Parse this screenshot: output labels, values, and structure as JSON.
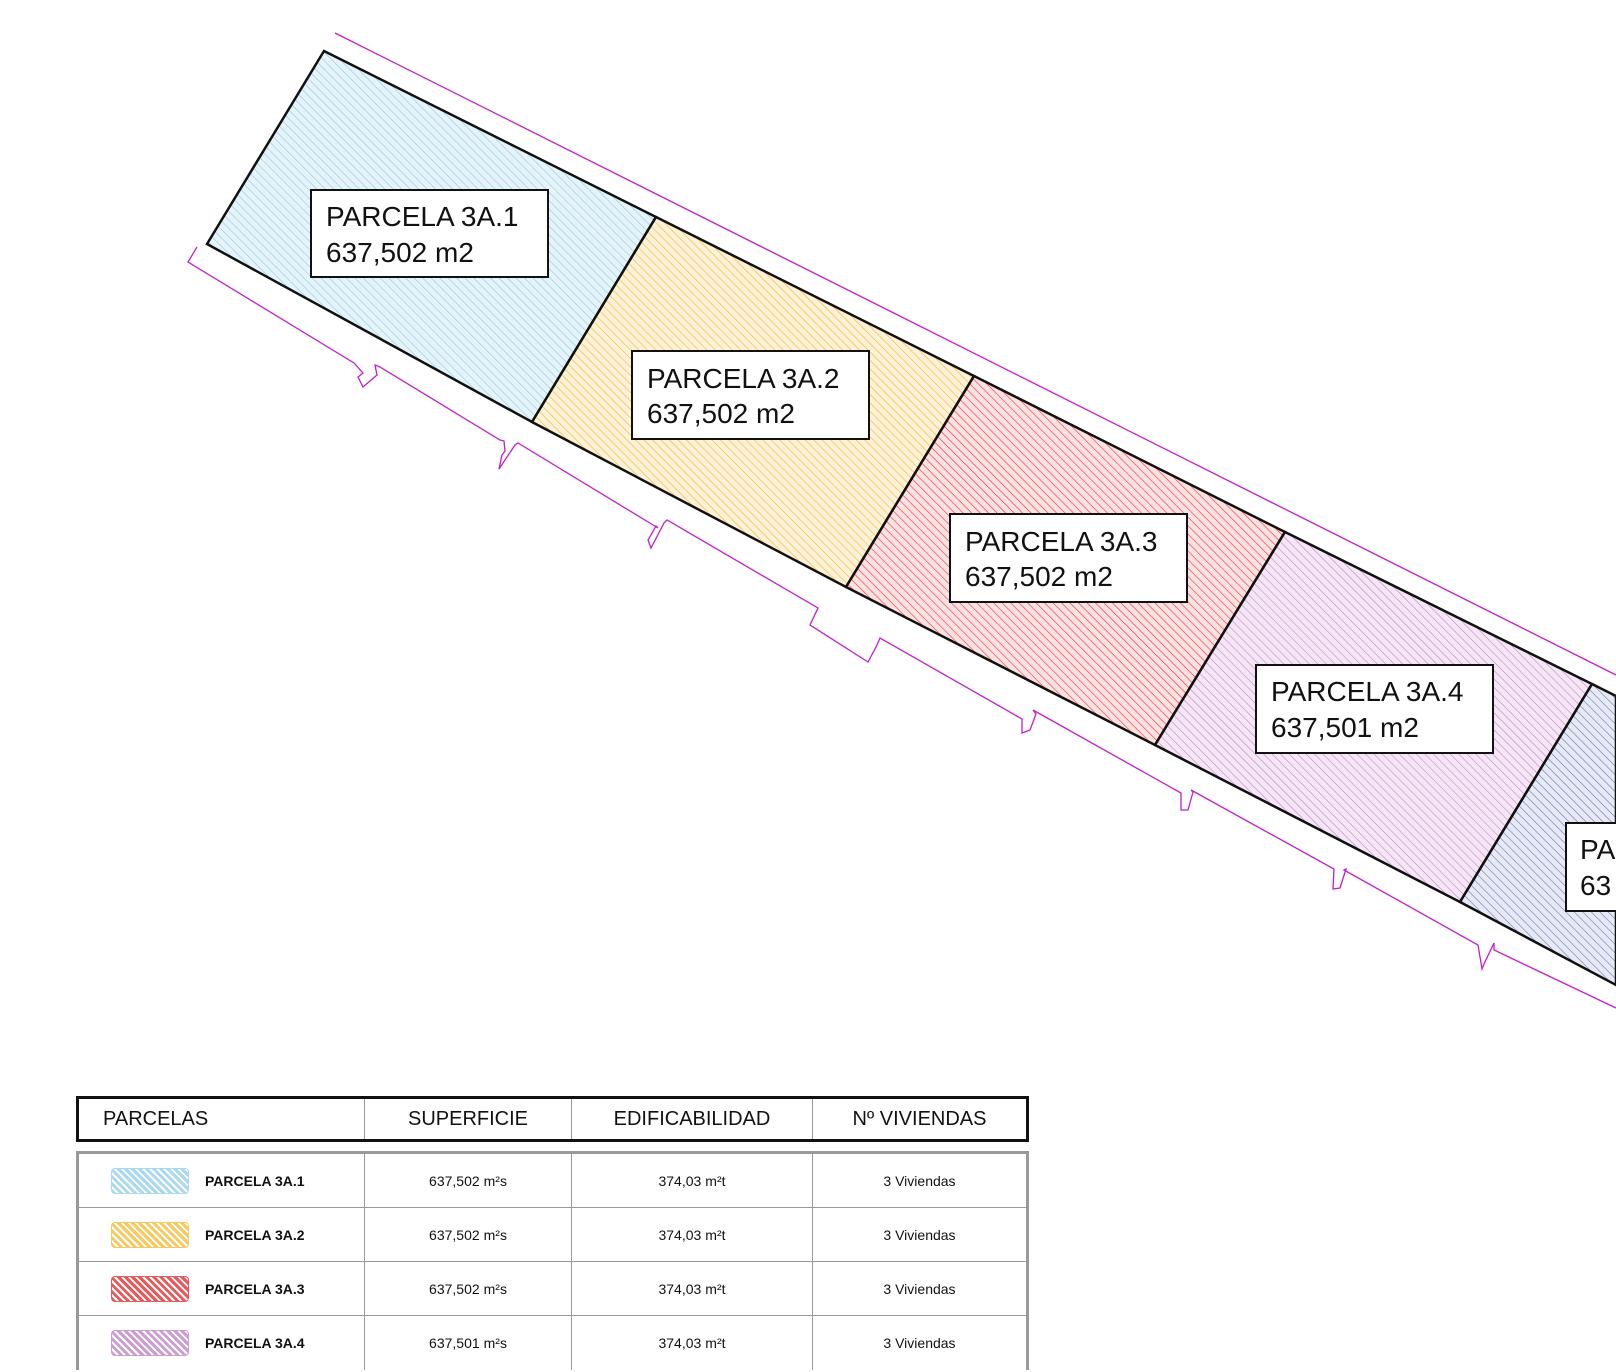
{
  "parcels": [
    {
      "name": "PARCELA 3A.1",
      "area": "637,502 m2",
      "color": "#8ccbe3"
    },
    {
      "name": "PARCELA 3A.2",
      "area": "637,502 m2",
      "color": "#f2b540"
    },
    {
      "name": "PARCELA 3A.3",
      "area": "637,502 m2",
      "color": "#e0363a"
    },
    {
      "name": "PARCELA 3A.4",
      "area": "637,501 m2",
      "color": "#c28bc4"
    },
    {
      "name": "PA",
      "area": "63",
      "color": "#6d78b3"
    }
  ],
  "table": {
    "headers": {
      "parcelas": "PARCELAS",
      "superficie": "SUPERFICIE",
      "edificabilidad": "EDIFICABILIDAD",
      "viviendas": "Nº VIVIENDAS"
    },
    "rows": [
      {
        "name": "PARCELA 3A.1",
        "superficie": "637,502",
        "sup_unit": "m²s",
        "edificabilidad": "374,03",
        "edif_unit": "m²t",
        "viviendas": "3 Viviendas",
        "color": "#a9d9ef"
      },
      {
        "name": "PARCELA 3A.2",
        "superficie": "637,502",
        "sup_unit": "m²s",
        "edificabilidad": "374,03",
        "edif_unit": "m²t",
        "viviendas": "3 Viviendas",
        "color": "#f5c860"
      },
      {
        "name": "PARCELA 3A.3",
        "superficie": "637,502",
        "sup_unit": "m²s",
        "edificabilidad": "374,03",
        "edif_unit": "m²t",
        "viviendas": "3 Viviendas",
        "color": "#e8595b"
      },
      {
        "name": "PARCELA 3A.4",
        "superficie": "637,501",
        "sup_unit": "m²s",
        "edificabilidad": "374,03",
        "edif_unit": "m²t",
        "viviendas": "3 Viviendas",
        "color": "#cc9dd0"
      }
    ]
  },
  "colors": {
    "boundary": "#111111",
    "alignment_line": "#c21ec9"
  }
}
